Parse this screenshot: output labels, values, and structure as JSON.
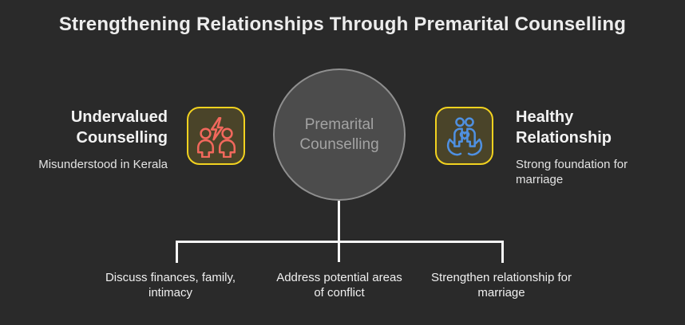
{
  "title": "Strengthening Relationships Through Premarital Counselling",
  "center_node": {
    "label": "Premarital Counselling"
  },
  "left_node": {
    "heading": "Undervalued Counselling",
    "subtitle": "Misunderstood in Kerala",
    "icon": "two-people-conflict-icon"
  },
  "right_node": {
    "heading": "Healthy Relationship",
    "subtitle": "Strong foundation for marriage",
    "icon": "hands-holding-family-icon"
  },
  "branches": [
    {
      "label": "Discuss finances, family, intimacy"
    },
    {
      "label": "Address potential areas of conflict"
    },
    {
      "label": "Strengthen relationship for marriage"
    }
  ],
  "colors": {
    "background": "#2a2a2a",
    "title_text": "#ededed",
    "heading_text": "#f2f2f2",
    "subtitle_text": "#e3e3e3",
    "branch_text": "#efefef",
    "circle_fill": "#4c4c4c",
    "circle_border": "#8f8f8f",
    "circle_text": "#a3a3a3",
    "accent_yellow": "#f2d21f",
    "icon_box_fill": "#4a4429",
    "conflict_icon_color": "#f2685c",
    "care_icon_color": "#4f90e0",
    "line": "#f5f5f5"
  }
}
